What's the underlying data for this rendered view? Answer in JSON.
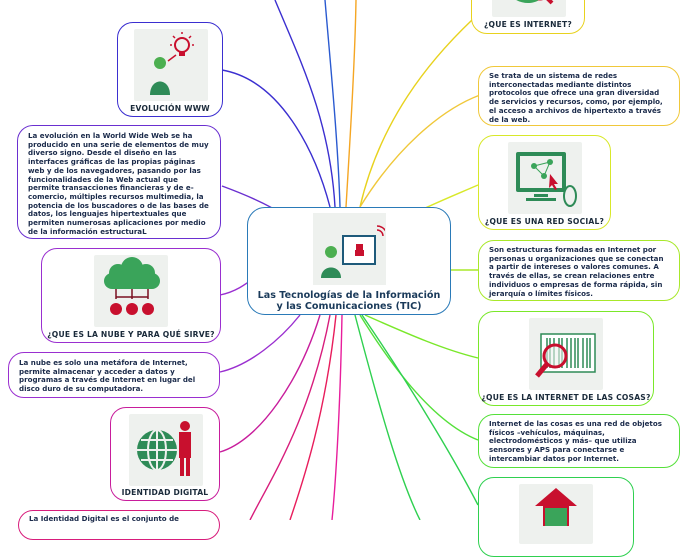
{
  "central": {
    "title_line1": "Las Tecnologías de la Información",
    "title_line2": "y las Comunicaciones (TIC)"
  },
  "left": {
    "evolucion_title": "EVOLUCIÓN WWW",
    "evolucion_text": "La evolución en la World Wide Web se ha producido en una serie de elementos de muy diverso signo. Desde el diseño en las interfaces gráficas de las propias páginas web y de los navegadores, pasando por las funcionalidades de la Web actual que permite transacciones financieras y de e-comercio, múltiples recursos multimedia, la potencia de los buscadores o de las bases de datos, los lenguajes hipertextuales que permiten numerosas aplicaciones por medio de la información estructuraL",
    "nube_title": "¿QUE ES LA NUBE Y PARA QUÉ SIRVE?",
    "nube_text": "La nube es solo una metáfora de Internet, permite almacenar y acceder a datos y programas a través de Internet en lugar del disco duro de su computadora.",
    "identidad_title": "IDENTIDAD DIGITAL",
    "identidad_text": "La Identidad Digital es el conjunto de"
  },
  "right": {
    "internet_title": "¿QUE ES INTERNET?",
    "internet_text": "Se trata de un sistema de redes interconectadas mediante distintos protocolos que ofrece una gran diversidad de servicios y recursos, como, por ejemplo, el acceso a archivos de hipertexto a través de la web.",
    "redsocial_title": "¿QUE ES UNA RED SOCIAL?",
    "redsocial_text": "Son estructuras formadas en Internet por personas u organizaciones que se conectan a partir de intereses o valores comunes. A través de ellas, se crean relaciones entre individuos o empresas de forma rápida, sin jerarquía o límites físicos.",
    "iot_title": "¿QUE ES LA INTERNET DE LAS COSAS?",
    "iot_text": "Internet de las cosas es una red de objetos físicos –vehículos, máquinas, electrodomésticos y más– que utiliza sensores y APS para conectarse e intercambiar datos por Internet."
  },
  "colors": {
    "central_border": "#2a7ab8",
    "evolucion": "#3b2fd0",
    "nube": "#9a2fd0",
    "identidad": "#c81d9c",
    "internet": "#e8d21e",
    "redsocial": "#a8e82a",
    "iot": "#55e03a",
    "bottom_right": "#2fd050",
    "top_line": "#f5a623"
  },
  "icons": [
    "person-laptop-icon",
    "person-idea-icon",
    "cloud-network-icon",
    "globe-person-icon",
    "computer-network-icon",
    "barcode-search-icon",
    "globe-search-icon",
    "house-icon"
  ]
}
